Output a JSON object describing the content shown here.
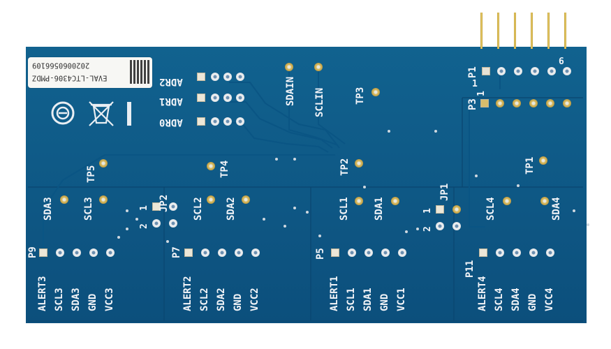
{
  "board": {
    "serial": "2020060566109",
    "part_number": "EVAL-LTC4306-PMDZ",
    "pcb_color": "#0e5a8a",
    "silk_color": "#f2f4f8",
    "pad_color": "#c9a84e"
  },
  "labels": {
    "adr2": "ADR2",
    "adr1": "ADR1",
    "adr0": "ADR0",
    "sdain": "SDAIN",
    "sclin": "SCLIN",
    "tp1": "TP1",
    "tp2": "TP2",
    "tp3": "TP3",
    "tp4": "TP4",
    "tp5": "TP5",
    "p1": "P1",
    "p1_pin1": "1",
    "p1_pin6": "6",
    "p3": "P3",
    "p3_pin1": "1",
    "jp1": "JP1",
    "jp1_1": "1",
    "jp1_2": "2",
    "jp2": "JP2",
    "jp2_1": "1",
    "jp2_2": "2",
    "sda3": "SDA3",
    "scl3_top": "SCL3",
    "scl2_top": "SCL2",
    "sda2_top": "SDA2",
    "scl1_top": "SCL1",
    "sda1_top": "SDA1",
    "scl4_top": "SCL4",
    "sda4_top": "SDA4",
    "p9": "P9",
    "p7": "P7",
    "p5": "P5",
    "p11": "P11"
  },
  "connectors": [
    {
      "name": "P9",
      "pins": [
        "ALERT3",
        "SCL3",
        "SDA3",
        "GND",
        "VCC3"
      ]
    },
    {
      "name": "P7",
      "pins": [
        "ALERT2",
        "SCL2",
        "SDA2",
        "GND",
        "VCC2"
      ]
    },
    {
      "name": "P5",
      "pins": [
        "ALERT1",
        "SCL1",
        "SDA1",
        "GND",
        "VCC1"
      ]
    },
    {
      "name": "P11",
      "pins": [
        "ALERT4",
        "SCL4",
        "SDA4",
        "GND",
        "VCC4"
      ]
    }
  ]
}
